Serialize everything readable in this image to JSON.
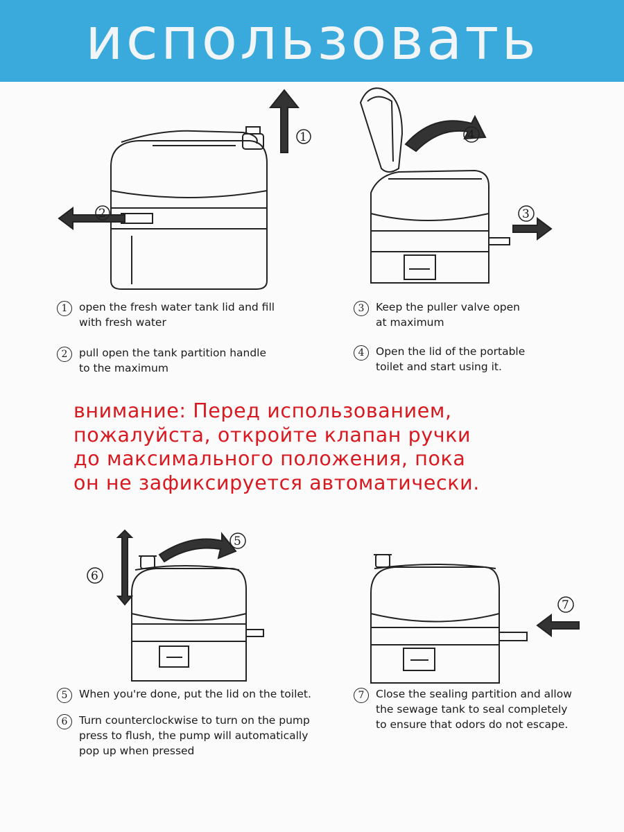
{
  "banner": {
    "title": "использовать",
    "color": "#3aa9dc"
  },
  "steps": [
    {
      "num": "1",
      "text": "open the fresh water tank lid and fill\nwith fresh water"
    },
    {
      "num": "2",
      "text": "pull open the tank partition handle\nto the maximum"
    },
    {
      "num": "3",
      "text": "Keep the puller valve open\nat maximum"
    },
    {
      "num": "4",
      "text": "Open the lid of the portable\ntoilet and start using it."
    },
    {
      "num": "5",
      "text": "When you're done, put the lid on the toilet."
    },
    {
      "num": "6",
      "text": "Turn counterclockwise to turn on the pump\n press to flush, the pump will automatically\npop up when pressed"
    },
    {
      "num": "7",
      "text": "Close the sealing partition and allow\nthe sewage tank to seal completely\nto ensure that odors do not escape."
    }
  ],
  "note": {
    "lines": [
      "внимание:  Перед использованием,",
      "пожалуйста, откройте клапан ручки",
      "до максимального положения, пока",
      "он не зафиксируется автоматически."
    ],
    "color": "#d8191f"
  },
  "illustration_labels": {
    "fig1_a": "1",
    "fig1_b": "2",
    "fig2_a": "4",
    "fig2_b": "3",
    "fig3_a": "5",
    "fig3_b": "6",
    "fig4_a": "7"
  }
}
